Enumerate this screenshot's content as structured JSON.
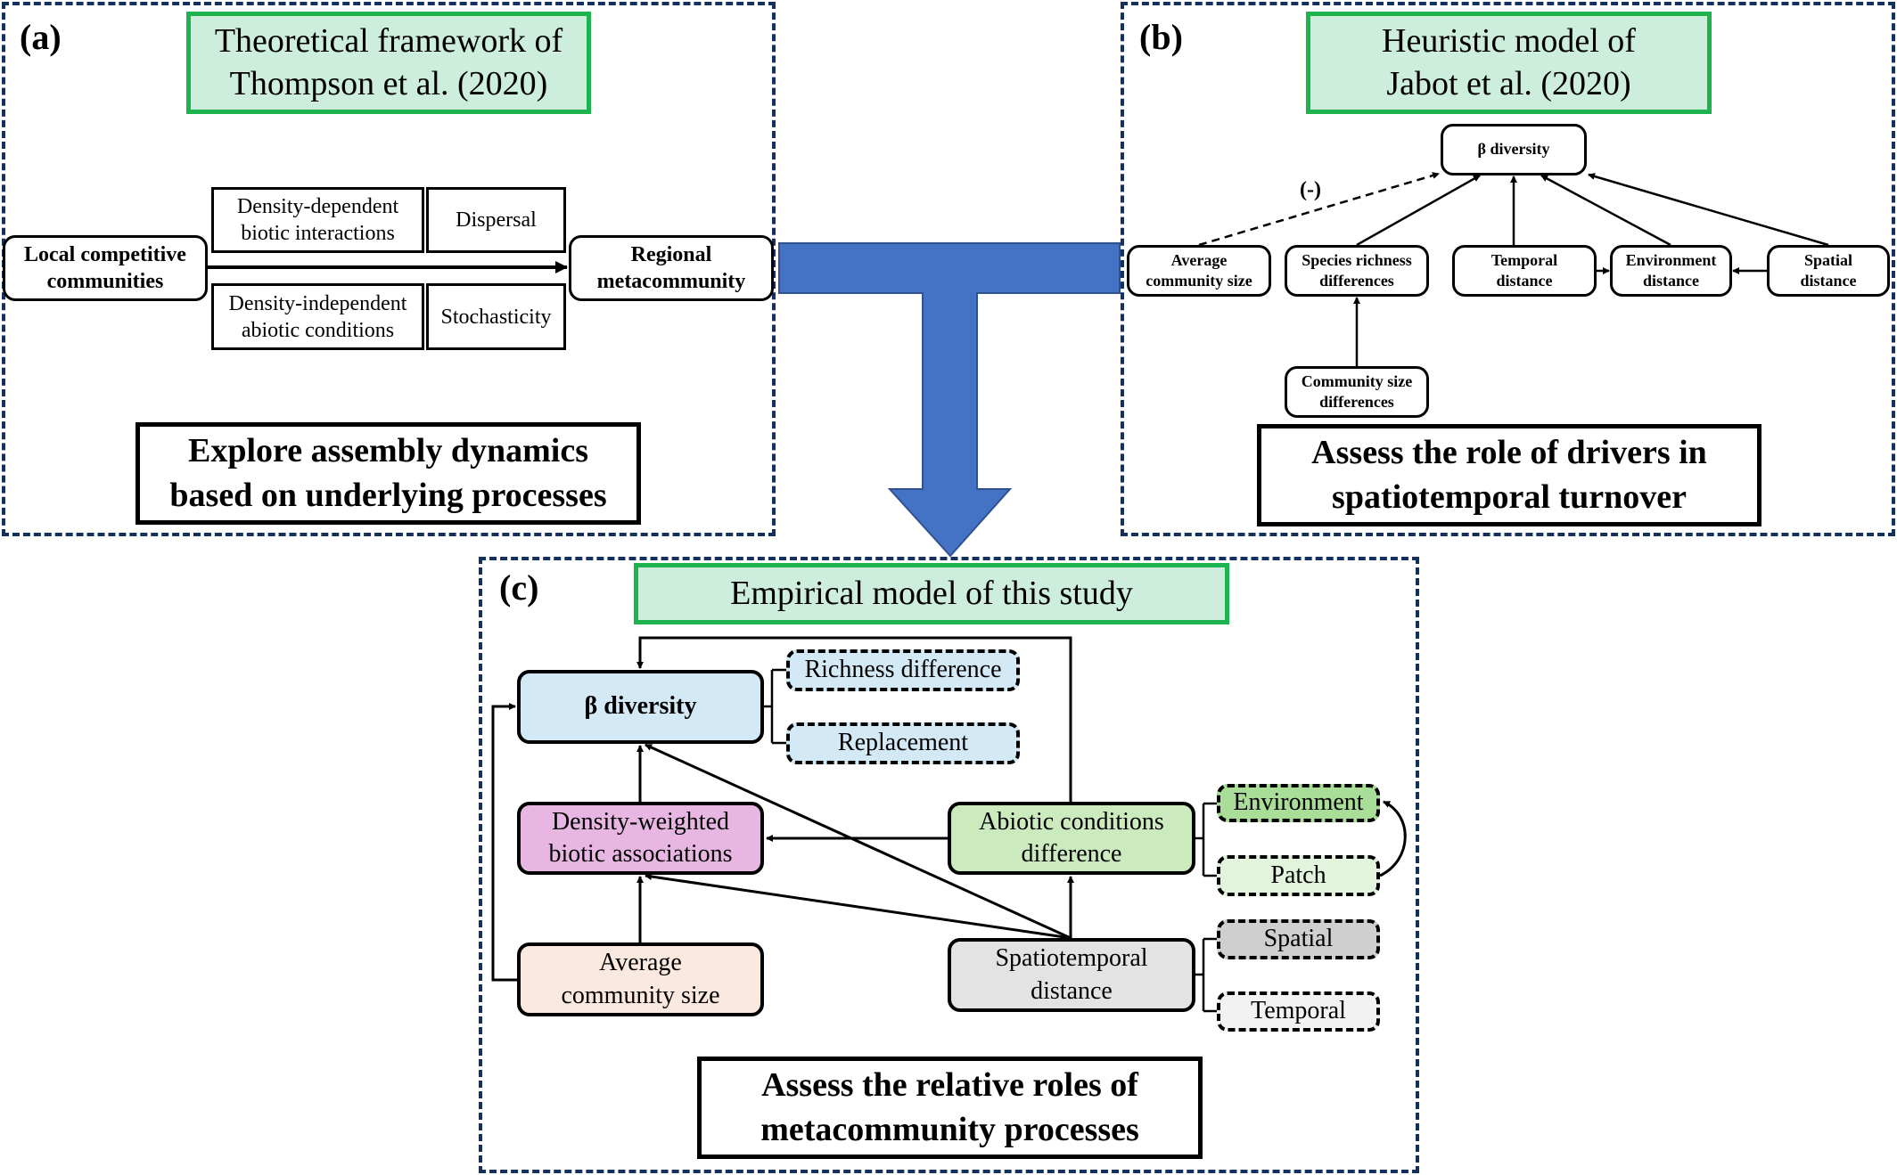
{
  "panel_a": {
    "label": "(a)",
    "title": "Theoretical framework of\nThompson et al. (2020)",
    "source_node": "Local competitive\ncommunities",
    "target_node": "Regional\nmetacommunity",
    "processes": [
      "Density-dependent\nbiotic interactions",
      "Dispersal",
      "Density-independent\nabiotic conditions",
      "Stochasticity"
    ],
    "goal": "Explore assembly dynamics\nbased on underlying processes"
  },
  "panel_b": {
    "label": "(b)",
    "title": "Heuristic model of\nJabot et al. (2020)",
    "nodes": {
      "beta": "β diversity",
      "avg_size": "Average\ncommunity size",
      "richness_diff": "Species richness\ndifferences",
      "temporal": "Temporal\ndistance",
      "environment": "Environment\ndistance",
      "spatial": "Spatial\ndistance",
      "size_diff": "Community size\ndifferences"
    },
    "negative_label": "(-)",
    "goal": "Assess the role of drivers in\nspatiotemporal turnover"
  },
  "panel_c": {
    "label": "(c)",
    "title": "Empirical model of this study",
    "nodes": {
      "beta": "β diversity",
      "density": "Density-weighted\nbiotic associations",
      "avg_size": "Average\ncommunity size",
      "abiotic": "Abiotic conditions\ndifference",
      "spatiotemporal": "Spatiotemporal\ndistance"
    },
    "components": {
      "richness": "Richness difference",
      "replacement": "Replacement",
      "environment": "Environment",
      "patch": "Patch",
      "spatial": "Spatial",
      "temporal": "Temporal"
    },
    "goal": "Assess the relative roles of\nmetacommunity processes"
  },
  "colors": {
    "panel_border": "#14305e",
    "title_fill": "#cdeedd",
    "title_border": "#1db34f",
    "arrow_blue": "#4472c4",
    "beta_fill": "#d3e9f5",
    "density_fill": "#e8b6e3",
    "avg_fill": "#fbe8de",
    "abiotic_fill": "#cbebbe",
    "spatiotemporal_fill": "#e3e3e3",
    "environment_fill": "#a9de98",
    "patch_fill": "#e2f4dc",
    "spatial_fill": "#cfcfcf",
    "temporal_fill": "#f2f2f2"
  }
}
